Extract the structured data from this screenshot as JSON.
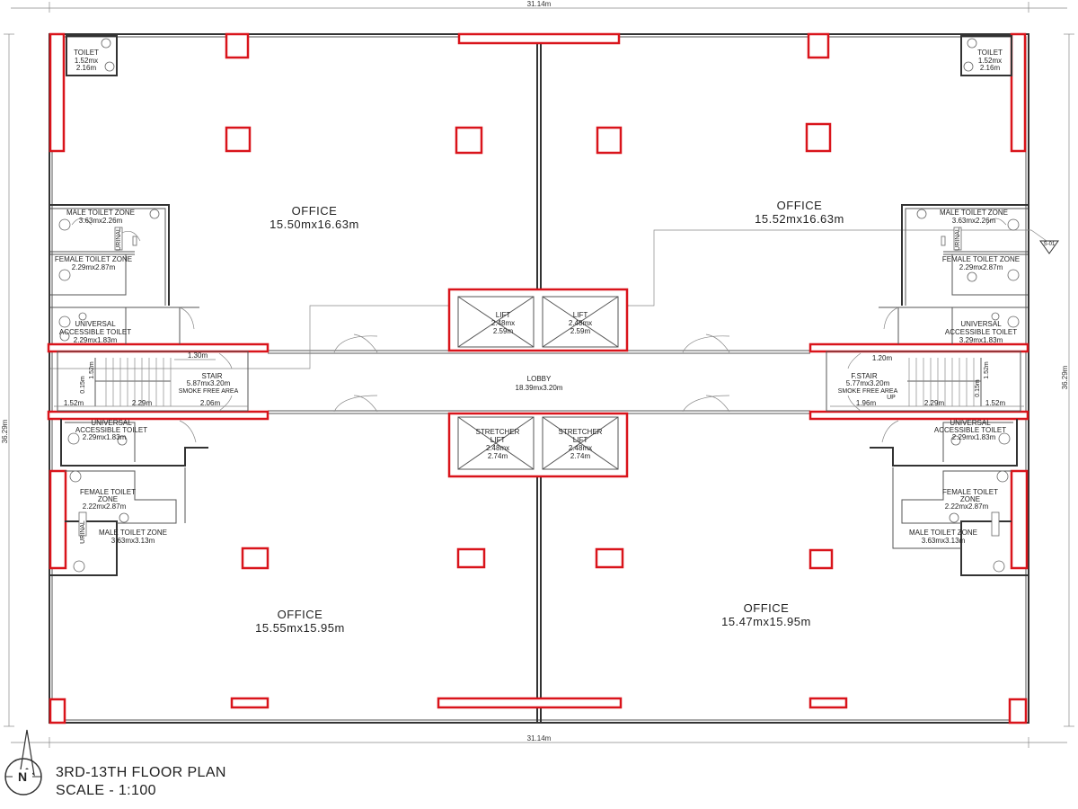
{
  "dimensions": {
    "top_width": "31.14m",
    "bottom_width": "31.14m",
    "left_height": "36.29m",
    "right_height": "36.29m"
  },
  "offices": [
    {
      "label": "OFFICE",
      "size": "15.50mx16.63m"
    },
    {
      "label": "OFFICE",
      "size": "15.52mx16.63m"
    },
    {
      "label": "OFFICE",
      "size": "15.55mx15.95m"
    },
    {
      "label": "OFFICE",
      "size": "15.47mx15.95m"
    }
  ],
  "toilets_top": [
    {
      "label": "TOILET",
      "w": "1.52mx",
      "h": "2.16m"
    },
    {
      "label": "TOILET",
      "w": "1.52mx",
      "h": "2.16m"
    }
  ],
  "left_core": {
    "male_top": {
      "label": "MALE TOILET ZONE",
      "size": "3.63mx2.26m"
    },
    "urinal": "URINAL",
    "female_top": {
      "label": "FEMALE TOILET ZONE",
      "size": "2.29mx2.87m"
    },
    "ua_top": {
      "label1": "UNIVERSAL",
      "label2": "ACCESSIBLE TOILET",
      "size": "2.29mx1.83m"
    },
    "stair": {
      "label": "STAIR",
      "size": "5.87mx3.20m",
      "note": "SMOKE FREE AREA"
    },
    "dims": {
      "d130": "1.30m",
      "d152": "1.52m",
      "d229": "2.29m",
      "d206": "2.06m",
      "v152": "1.52m",
      "v015": "0.15m"
    },
    "ua_bottom": {
      "label1": "UNIVERSAL",
      "label2": "ACCESSIBLE TOILET",
      "size": "2.29mx1.83m"
    },
    "female_bottom": {
      "label1": "FEMALE TOILET",
      "label2": "ZONE",
      "size": "2.22mx2.87m"
    },
    "male_bottom": {
      "label": "MALE TOILET ZONE",
      "size": "3.63mx3.13m"
    }
  },
  "right_core": {
    "male_top": {
      "label": "MALE TOILET ZONE",
      "size": "3.63mx2.26m"
    },
    "urinal": "URINAL",
    "female_top": {
      "label": "FEMALE TOILET ZONE",
      "size": "2.29mx2.87m"
    },
    "ua_top": {
      "label1": "UNIVERSAL",
      "label2": "ACCESSIBLE TOILET",
      "size": "3.29mx1.83m"
    },
    "stair": {
      "label": "F.STAIR",
      "size": "5.77mx3.20m",
      "note": "SMOKE FREE AREA",
      "up": "UP"
    },
    "dims": {
      "d120": "1.20m",
      "d196": "1.96m",
      "d229": "2.29m",
      "d152": "1.52m",
      "v152": "1.52m",
      "v015": "0.15m"
    },
    "ua_bottom": {
      "label1": "UNIVERSAL",
      "label2": "ACCESSIBLE TOILET",
      "size": "2.29mx1.83m"
    },
    "female_bottom": {
      "label1": "FEMALE TOILET",
      "label2": "ZONE",
      "size": "2.22mx2.87m"
    },
    "male_bottom": {
      "label": "MALE TOILET ZONE",
      "size": "3.63mx3.13m"
    },
    "section_marker": "S-01"
  },
  "lifts": [
    {
      "label": "LIFT",
      "w": "2.48mx",
      "h": "2.59m"
    },
    {
      "label": "LIFT",
      "w": "2.48mx",
      "h": "2.59m"
    }
  ],
  "stretcher_lifts": [
    {
      "label1": "STRETCHER",
      "label2": "LIFT",
      "w": "2.48mx",
      "h": "2.74m"
    },
    {
      "label1": "STRETCHER",
      "label2": "LIFT",
      "w": "2.48mx",
      "h": "2.74m"
    }
  ],
  "lobby": {
    "label": "LOBBY",
    "size": "18.39mx3.20m"
  },
  "title": {
    "line1": "3RD-13TH FLOOR PLAN",
    "line2": "SCALE - 1:100"
  },
  "north": {
    "letter": "N"
  },
  "colors": {
    "column": "#d9141b",
    "wall": "#333333"
  }
}
